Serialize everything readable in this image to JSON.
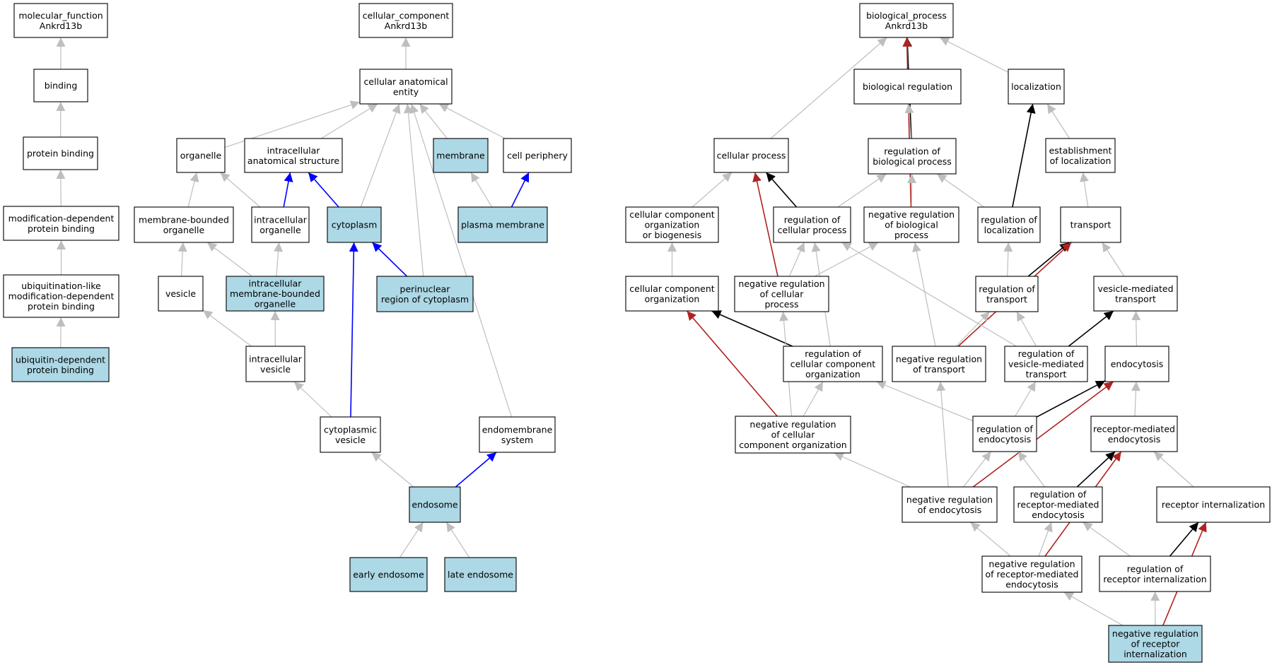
{
  "colors": {
    "highlight_fill": "#add8e6",
    "plain_fill": "#ffffff",
    "edge_gray": "#bebebe",
    "edge_black": "#000000",
    "edge_red": "#b22222",
    "edge_blue": "#0000ff"
  },
  "nodes": [
    {
      "id": "mf_root",
      "lines": [
        "molecular_function",
        "Ankrd13b"
      ],
      "highlight": false
    },
    {
      "id": "binding",
      "lines": [
        "binding"
      ],
      "highlight": false
    },
    {
      "id": "protein_binding",
      "lines": [
        "protein binding"
      ],
      "highlight": false
    },
    {
      "id": "mod_dep_binding",
      "lines": [
        "modification-dependent",
        "protein binding"
      ],
      "highlight": false
    },
    {
      "id": "ubl_mod_dep_binding",
      "lines": [
        "ubiquitination-like",
        "modification-dependent",
        "protein binding"
      ],
      "highlight": false
    },
    {
      "id": "ub_dep_binding",
      "lines": [
        "ubiquitin-dependent",
        "protein binding"
      ],
      "highlight": true
    },
    {
      "id": "cc_root",
      "lines": [
        "cellular_component",
        "Ankrd13b"
      ],
      "highlight": false
    },
    {
      "id": "cae",
      "lines": [
        "cellular anatomical",
        "entity"
      ],
      "highlight": false
    },
    {
      "id": "organelle",
      "lines": [
        "organelle"
      ],
      "highlight": false
    },
    {
      "id": "ias",
      "lines": [
        "intracellular",
        "anatomical structure"
      ],
      "highlight": false
    },
    {
      "id": "membrane",
      "lines": [
        "membrane"
      ],
      "highlight": true
    },
    {
      "id": "cell_periphery",
      "lines": [
        "cell periphery"
      ],
      "highlight": false
    },
    {
      "id": "mbo",
      "lines": [
        "membrane-bounded",
        "organelle"
      ],
      "highlight": false
    },
    {
      "id": "io",
      "lines": [
        "intracellular",
        "organelle"
      ],
      "highlight": false
    },
    {
      "id": "cytoplasm",
      "lines": [
        "cytoplasm"
      ],
      "highlight": true
    },
    {
      "id": "plasma_membrane",
      "lines": [
        "plasma membrane"
      ],
      "highlight": true
    },
    {
      "id": "vesicle",
      "lines": [
        "vesicle"
      ],
      "highlight": false
    },
    {
      "id": "imbo",
      "lines": [
        "intracellular",
        "membrane-bounded",
        "organelle"
      ],
      "highlight": true
    },
    {
      "id": "perinuclear",
      "lines": [
        "perinuclear",
        "region of cytoplasm"
      ],
      "highlight": true
    },
    {
      "id": "iv",
      "lines": [
        "intracellular",
        "vesicle"
      ],
      "highlight": false
    },
    {
      "id": "cv",
      "lines": [
        "cytoplasmic",
        "vesicle"
      ],
      "highlight": false
    },
    {
      "id": "endomembrane",
      "lines": [
        "endomembrane",
        "system"
      ],
      "highlight": false
    },
    {
      "id": "endosome",
      "lines": [
        "endosome"
      ],
      "highlight": true
    },
    {
      "id": "early_endosome",
      "lines": [
        "early endosome"
      ],
      "highlight": true
    },
    {
      "id": "late_endosome",
      "lines": [
        "late endosome"
      ],
      "highlight": true
    },
    {
      "id": "bp_root",
      "lines": [
        "biological_process",
        "Ankrd13b"
      ],
      "highlight": false
    },
    {
      "id": "bio_reg",
      "lines": [
        "biological regulation"
      ],
      "highlight": false
    },
    {
      "id": "localization",
      "lines": [
        "localization"
      ],
      "highlight": false
    },
    {
      "id": "cell_proc",
      "lines": [
        "cellular process"
      ],
      "highlight": false
    },
    {
      "id": "reg_bp",
      "lines": [
        "regulation of",
        "biological process"
      ],
      "highlight": false
    },
    {
      "id": "est_loc",
      "lines": [
        "establishment",
        "of localization"
      ],
      "highlight": false
    },
    {
      "id": "ccob",
      "lines": [
        "cellular component",
        "organization",
        "or biogenesis"
      ],
      "highlight": false
    },
    {
      "id": "reg_cp",
      "lines": [
        "regulation of",
        "cellular process"
      ],
      "highlight": false
    },
    {
      "id": "neg_reg_bp",
      "lines": [
        "negative regulation",
        "of biological",
        "process"
      ],
      "highlight": false
    },
    {
      "id": "reg_loc",
      "lines": [
        "regulation of",
        "localization"
      ],
      "highlight": false
    },
    {
      "id": "transport",
      "lines": [
        "transport"
      ],
      "highlight": false
    },
    {
      "id": "cco",
      "lines": [
        "cellular component",
        "organization"
      ],
      "highlight": false
    },
    {
      "id": "neg_reg_cp",
      "lines": [
        "negative regulation",
        "of cellular",
        "process"
      ],
      "highlight": false
    },
    {
      "id": "reg_transport",
      "lines": [
        "regulation of",
        "transport"
      ],
      "highlight": false
    },
    {
      "id": "vmt",
      "lines": [
        "vesicle-mediated",
        "transport"
      ],
      "highlight": false
    },
    {
      "id": "reg_cco",
      "lines": [
        "regulation of",
        "cellular component",
        "organization"
      ],
      "highlight": false
    },
    {
      "id": "neg_reg_transport",
      "lines": [
        "negative regulation",
        "of transport"
      ],
      "highlight": false
    },
    {
      "id": "reg_vmt",
      "lines": [
        "regulation of",
        "vesicle-mediated",
        "transport"
      ],
      "highlight": false
    },
    {
      "id": "endocytosis",
      "lines": [
        "endocytosis"
      ],
      "highlight": false
    },
    {
      "id": "neg_reg_cco",
      "lines": [
        "negative regulation",
        "of cellular",
        "component organization"
      ],
      "highlight": false
    },
    {
      "id": "reg_endo",
      "lines": [
        "regulation of",
        "endocytosis"
      ],
      "highlight": false
    },
    {
      "id": "rme",
      "lines": [
        "receptor-mediated",
        "endocytosis"
      ],
      "highlight": false
    },
    {
      "id": "neg_reg_endo",
      "lines": [
        "negative regulation",
        "of endocytosis"
      ],
      "highlight": false
    },
    {
      "id": "reg_rme",
      "lines": [
        "regulation of",
        "receptor-mediated",
        "endocytosis"
      ],
      "highlight": false
    },
    {
      "id": "rec_int",
      "lines": [
        "receptor internalization"
      ],
      "highlight": false
    },
    {
      "id": "neg_reg_rme",
      "lines": [
        "negative regulation",
        "of receptor-mediated",
        "endocytosis"
      ],
      "highlight": false
    },
    {
      "id": "reg_rec_int",
      "lines": [
        "regulation of",
        "receptor internalization"
      ],
      "highlight": false
    },
    {
      "id": "neg_reg_rec_int",
      "lines": [
        "negative regulation",
        "of receptor",
        "internalization"
      ],
      "highlight": true
    }
  ],
  "edges": [
    {
      "from": "binding",
      "to": "mf_root",
      "type": "gray"
    },
    {
      "from": "protein_binding",
      "to": "binding",
      "type": "gray"
    },
    {
      "from": "mod_dep_binding",
      "to": "protein_binding",
      "type": "gray"
    },
    {
      "from": "ubl_mod_dep_binding",
      "to": "mod_dep_binding",
      "type": "gray"
    },
    {
      "from": "ub_dep_binding",
      "to": "ubl_mod_dep_binding",
      "type": "gray"
    },
    {
      "from": "cae",
      "to": "cc_root",
      "type": "gray"
    },
    {
      "from": "organelle",
      "to": "cae",
      "type": "gray"
    },
    {
      "from": "ias",
      "to": "cae",
      "type": "gray"
    },
    {
      "from": "membrane",
      "to": "cae",
      "type": "gray"
    },
    {
      "from": "cell_periphery",
      "to": "cae",
      "type": "gray"
    },
    {
      "from": "cytoplasm",
      "to": "cae",
      "type": "gray"
    },
    {
      "from": "perinuclear",
      "to": "cae",
      "type": "gray"
    },
    {
      "from": "endomembrane",
      "to": "cae",
      "type": "gray"
    },
    {
      "from": "mbo",
      "to": "organelle",
      "type": "gray"
    },
    {
      "from": "io",
      "to": "organelle",
      "type": "gray"
    },
    {
      "from": "io",
      "to": "ias",
      "type": "blue"
    },
    {
      "from": "cytoplasm",
      "to": "ias",
      "type": "blue"
    },
    {
      "from": "plasma_membrane",
      "to": "membrane",
      "type": "gray"
    },
    {
      "from": "plasma_membrane",
      "to": "cell_periphery",
      "type": "blue"
    },
    {
      "from": "vesicle",
      "to": "mbo",
      "type": "gray"
    },
    {
      "from": "imbo",
      "to": "mbo",
      "type": "gray"
    },
    {
      "from": "imbo",
      "to": "io",
      "type": "gray"
    },
    {
      "from": "perinuclear",
      "to": "cytoplasm",
      "type": "blue"
    },
    {
      "from": "iv",
      "to": "vesicle",
      "type": "gray"
    },
    {
      "from": "iv",
      "to": "imbo",
      "type": "gray"
    },
    {
      "from": "cv",
      "to": "iv",
      "type": "gray"
    },
    {
      "from": "cv",
      "to": "cytoplasm",
      "type": "blue"
    },
    {
      "from": "endosome",
      "to": "cv",
      "type": "gray"
    },
    {
      "from": "endosome",
      "to": "endomembrane",
      "type": "blue"
    },
    {
      "from": "early_endosome",
      "to": "endosome",
      "type": "gray"
    },
    {
      "from": "late_endosome",
      "to": "endosome",
      "type": "gray"
    },
    {
      "from": "cell_proc",
      "to": "bp_root",
      "type": "gray"
    },
    {
      "from": "bio_reg",
      "to": "bp_root",
      "type": "gray"
    },
    {
      "from": "localization",
      "to": "bp_root",
      "type": "gray"
    },
    {
      "from": "reg_bp",
      "to": "bp_root",
      "type": "black"
    },
    {
      "from": "neg_reg_bp",
      "to": "bp_root",
      "type": "red"
    },
    {
      "from": "reg_bp",
      "to": "bio_reg",
      "type": "gray"
    },
    {
      "from": "est_loc",
      "to": "localization",
      "type": "gray"
    },
    {
      "from": "reg_loc",
      "to": "localization",
      "type": "black"
    },
    {
      "from": "ccob",
      "to": "cell_proc",
      "type": "gray"
    },
    {
      "from": "reg_cp",
      "to": "cell_proc",
      "type": "black"
    },
    {
      "from": "neg_reg_cp",
      "to": "cell_proc",
      "type": "red"
    },
    {
      "from": "reg_cp",
      "to": "reg_bp",
      "type": "gray"
    },
    {
      "from": "neg_reg_bp",
      "to": "reg_bp",
      "type": "gray"
    },
    {
      "from": "reg_loc",
      "to": "reg_bp",
      "type": "gray"
    },
    {
      "from": "transport",
      "to": "est_loc",
      "type": "gray"
    },
    {
      "from": "cco",
      "to": "ccob",
      "type": "gray"
    },
    {
      "from": "neg_reg_cp",
      "to": "reg_cp",
      "type": "gray"
    },
    {
      "from": "neg_reg_cp",
      "to": "neg_reg_bp",
      "type": "gray"
    },
    {
      "from": "reg_transport",
      "to": "reg_loc",
      "type": "gray"
    },
    {
      "from": "reg_transport",
      "to": "transport",
      "type": "black"
    },
    {
      "from": "vmt",
      "to": "transport",
      "type": "gray"
    },
    {
      "from": "neg_reg_transport",
      "to": "transport",
      "type": "red"
    },
    {
      "from": "reg_cco",
      "to": "cco",
      "type": "black"
    },
    {
      "from": "neg_reg_cco",
      "to": "cco",
      "type": "red"
    },
    {
      "from": "reg_cco",
      "to": "reg_cp",
      "type": "gray"
    },
    {
      "from": "neg_reg_cco",
      "to": "neg_reg_cp",
      "type": "gray"
    },
    {
      "from": "neg_reg_cco",
      "to": "reg_cco",
      "type": "gray"
    },
    {
      "from": "neg_reg_transport",
      "to": "reg_transport",
      "type": "gray"
    },
    {
      "from": "neg_reg_transport",
      "to": "neg_reg_bp",
      "type": "gray"
    },
    {
      "from": "reg_vmt",
      "to": "reg_transport",
      "type": "gray"
    },
    {
      "from": "reg_vmt",
      "to": "vmt",
      "type": "black"
    },
    {
      "from": "reg_vmt",
      "to": "reg_cp",
      "type": "gray"
    },
    {
      "from": "endocytosis",
      "to": "vmt",
      "type": "gray"
    },
    {
      "from": "reg_endo",
      "to": "reg_vmt",
      "type": "gray"
    },
    {
      "from": "reg_endo",
      "to": "endocytosis",
      "type": "black"
    },
    {
      "from": "reg_endo",
      "to": "reg_cco",
      "type": "gray"
    },
    {
      "from": "rme",
      "to": "endocytosis",
      "type": "gray"
    },
    {
      "from": "neg_reg_endo",
      "to": "endocytosis",
      "type": "red"
    },
    {
      "from": "neg_reg_endo",
      "to": "reg_endo",
      "type": "gray"
    },
    {
      "from": "neg_reg_endo",
      "to": "neg_reg_cco",
      "type": "gray"
    },
    {
      "from": "neg_reg_endo",
      "to": "neg_reg_transport",
      "type": "gray"
    },
    {
      "from": "reg_rme",
      "to": "reg_endo",
      "type": "gray"
    },
    {
      "from": "reg_rme",
      "to": "rme",
      "type": "black"
    },
    {
      "from": "rec_int",
      "to": "rme",
      "type": "gray"
    },
    {
      "from": "neg_reg_rme",
      "to": "neg_reg_endo",
      "type": "gray"
    },
    {
      "from": "neg_reg_rme",
      "to": "reg_rme",
      "type": "gray"
    },
    {
      "from": "neg_reg_rme",
      "to": "rme",
      "type": "red"
    },
    {
      "from": "reg_rec_int",
      "to": "reg_rme",
      "type": "gray"
    },
    {
      "from": "reg_rec_int",
      "to": "rec_int",
      "type": "black"
    },
    {
      "from": "neg_reg_rec_int",
      "to": "neg_reg_rme",
      "type": "gray"
    },
    {
      "from": "neg_reg_rec_int",
      "to": "reg_rec_int",
      "type": "gray"
    },
    {
      "from": "neg_reg_rec_int",
      "to": "rec_int",
      "type": "red"
    }
  ]
}
